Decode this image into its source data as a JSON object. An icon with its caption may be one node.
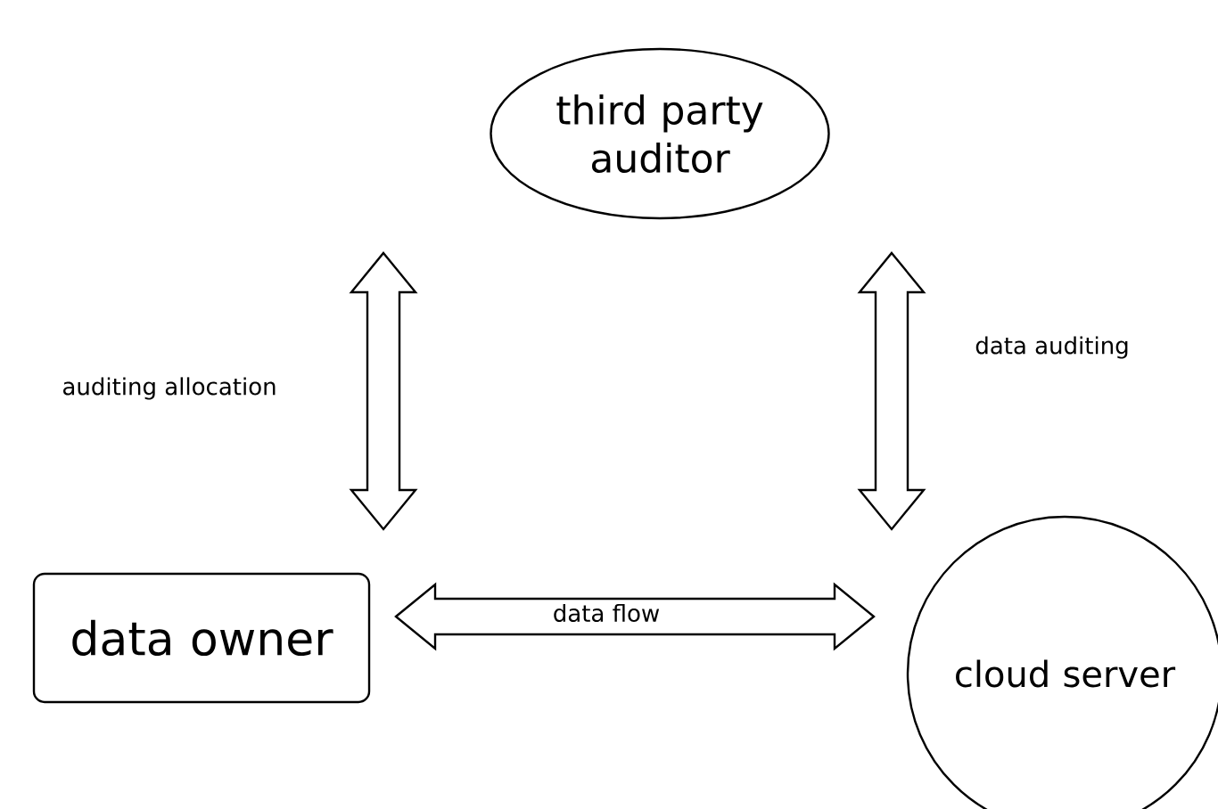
{
  "diagram": {
    "nodes": [
      {
        "text": [
          "third party auditor"
        ]
      },
      {
        "text": [
          "data owner"
        ]
      },
      {
        "text": [
          "cloud server"
        ]
      }
    ],
    "edges": [
      {
        "from": 0,
        "to": 1,
        "arrow": "both",
        "label": "auditing allocation"
      },
      {
        "from": 0,
        "to": 2,
        "arrow": "both",
        "label": "data auditing"
      },
      {
        "from": 1,
        "to": 2,
        "arrow": "both",
        "label": "data flow"
      }
    ]
  }
}
